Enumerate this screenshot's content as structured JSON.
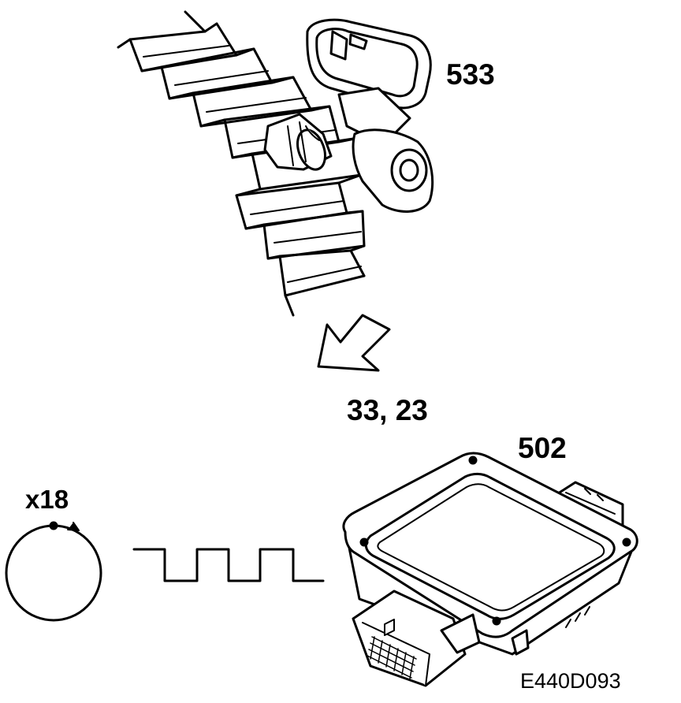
{
  "labels": {
    "sensor_ref": "533",
    "connector_pins": "33, 23",
    "module_ref": "502",
    "teeth_count": "x18",
    "figure_code": "E440D093"
  },
  "colors": {
    "line": "#000000",
    "background": "#ffffff"
  },
  "icons": {
    "flow_arrow": "down-left-arrow-icon",
    "signal": "square-wave-icon",
    "wheel": "toothed-wheel-icon"
  }
}
